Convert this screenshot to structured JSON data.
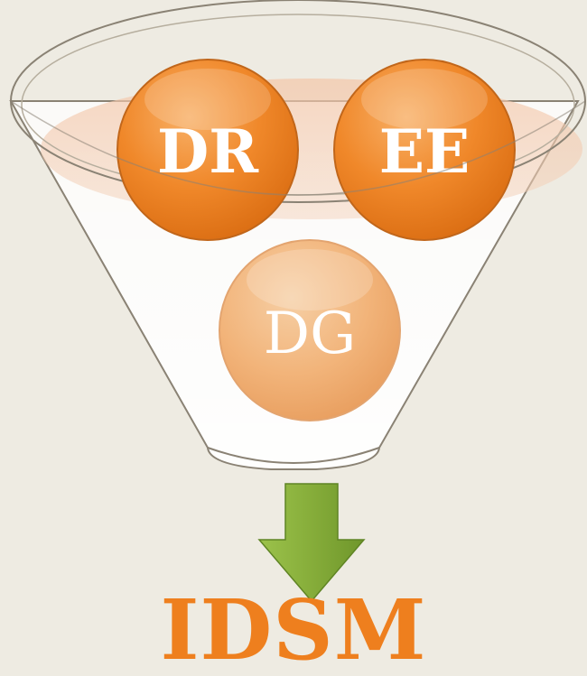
{
  "diagram": {
    "inputs": [
      {
        "label": "DR"
      },
      {
        "label": "EE"
      },
      {
        "label": "DG"
      }
    ],
    "output": {
      "label": "IDSM"
    },
    "colors": {
      "background": "#eeebe2",
      "accent_orange": "#ee7f1e",
      "circle_bright": "#f08a25",
      "circle_faded": "#f2b178",
      "arrow_green": "#86ad3a",
      "funnel_stroke": "#8a8274"
    },
    "icons": [
      "funnel-icon",
      "arrow-down-icon"
    ]
  }
}
